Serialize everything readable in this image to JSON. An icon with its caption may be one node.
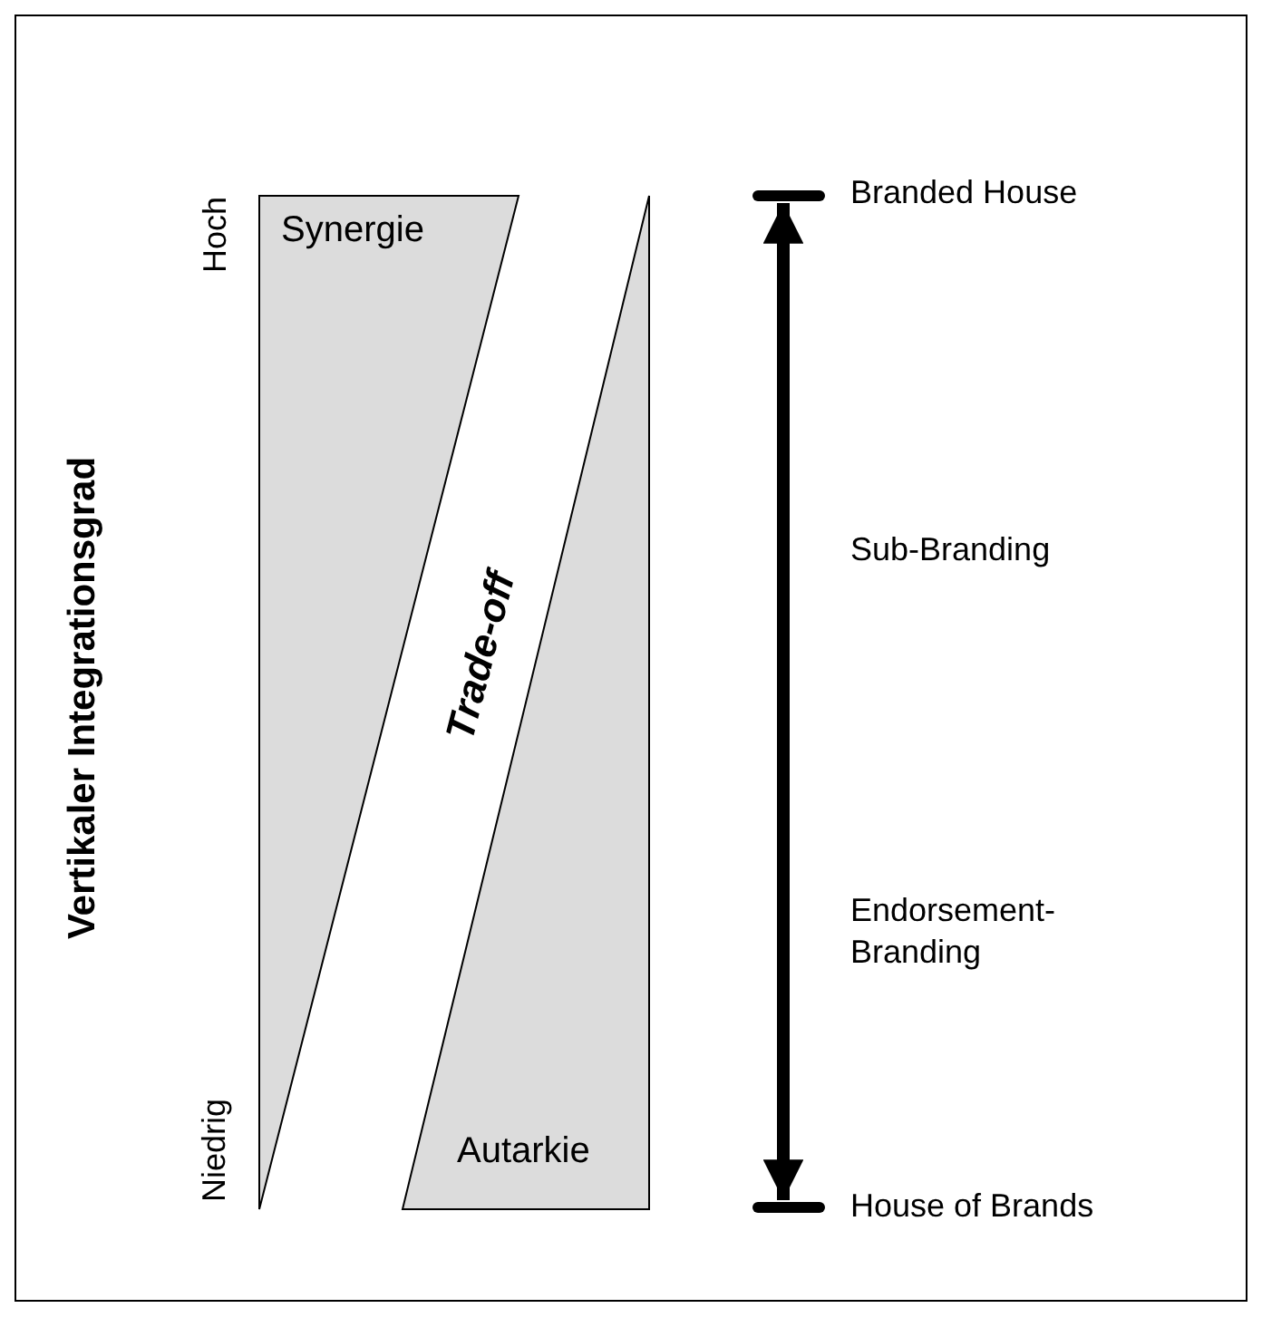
{
  "diagram": {
    "nodes": [
      {
        "text": [
          "Synergie"
        ]
      },
      {
        "text": [
          "Autarkie"
        ]
      }
    ],
    "labels": [
      "Vertikaler Integrationsgrad",
      "Hoch",
      "Niedrig",
      "Trade-off",
      "Branded House",
      "Sub-Branding",
      "Endorsement-Branding",
      "House of Brands"
    ]
  }
}
